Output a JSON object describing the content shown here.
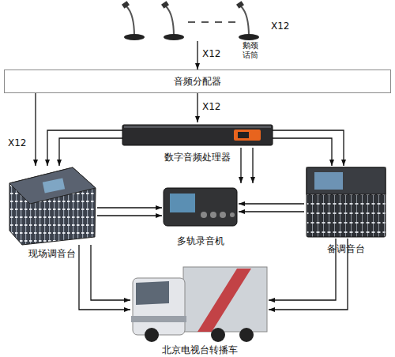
{
  "diagram": {
    "nodes": [
      {
        "text": [
          "鹅颈话筒"
        ]
      },
      {
        "text": [
          "音频分配器"
        ]
      },
      {
        "text": [
          "数字音频处理器"
        ]
      },
      {
        "text": [
          "现场调音台"
        ]
      },
      {
        "text": [
          "多轨录音机"
        ]
      },
      {
        "text": [
          "备调音台"
        ]
      },
      {
        "text": [
          "北京电视台转播车"
        ]
      }
    ],
    "edges": [
      {
        "from": 0,
        "to": 1,
        "arrow": "to",
        "label": "X12"
      },
      {
        "from": 1,
        "to": 2,
        "arrow": "to",
        "label": "X12"
      },
      {
        "from": 1,
        "to": 3,
        "arrow": "to",
        "label": "X12"
      },
      {
        "from": 2,
        "to": 3,
        "arrow": "to"
      },
      {
        "from": 2,
        "to": 3,
        "arrow": "to"
      },
      {
        "from": 2,
        "to": 5,
        "arrow": "to"
      },
      {
        "from": 2,
        "to": 5,
        "arrow": "to"
      },
      {
        "from": 2,
        "to": 4,
        "arrow": "to"
      },
      {
        "from": 2,
        "to": 4,
        "arrow": "to"
      },
      {
        "from": 3,
        "to": 4,
        "arrow": "to"
      },
      {
        "from": 3,
        "to": 4,
        "arrow": "to"
      },
      {
        "from": 5,
        "to": 4,
        "arrow": "to"
      },
      {
        "from": 5,
        "to": 4,
        "arrow": "to"
      },
      {
        "from": 3,
        "to": 6,
        "arrow": "to"
      },
      {
        "from": 3,
        "to": 6,
        "arrow": "to"
      },
      {
        "from": 5,
        "to": 6,
        "arrow": "to"
      },
      {
        "from": 5,
        "to": 6,
        "arrow": "to"
      }
    ],
    "labels": [
      "X12"
    ]
  }
}
